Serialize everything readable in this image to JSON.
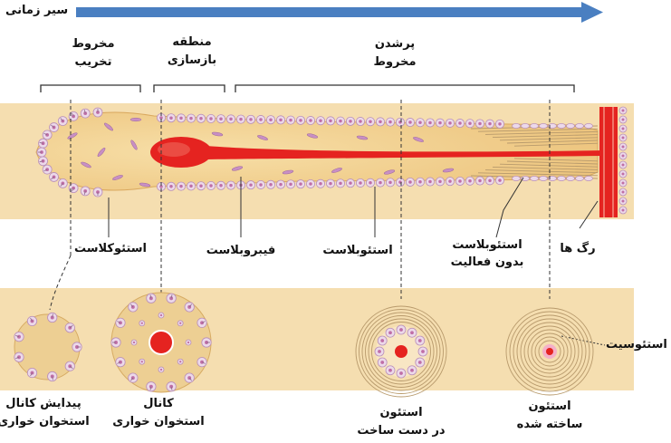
{
  "arrow_label": "سیر زمانی",
  "zones": {
    "destruction": [
      "مخروط",
      "تخریب"
    ],
    "repair": [
      "منطقه",
      "بازسازی"
    ],
    "advancing": [
      "پرشدن",
      "مخروط"
    ]
  },
  "structures": {
    "osteoclast": "استئوکلاست",
    "fibroblast": "فیبروبلاست",
    "osteoblast": "استئوبلاست",
    "inactive_osteoblast": [
      "استئوبلاست",
      "بدون فعالیت"
    ],
    "vessels": "رگ ها",
    "osteocyte": "استئوسیت"
  },
  "cross_sections": {
    "canal_start": [
      "پیدایش کانال",
      "استخوان خواری"
    ],
    "canal": [
      "کانال",
      "استخوان خواری"
    ],
    "osteon_forming": [
      "استئون",
      "در دست ساخت"
    ],
    "osteon_formed": [
      "استئون",
      "ساخته شده"
    ]
  },
  "colors": {
    "arrow": "#4a7fc1",
    "band": "#f5deb0",
    "cone": "#f1cd8a",
    "vessel": "#e52320",
    "cell_fill": "#ecd9ea",
    "cell_stroke": "#b98fb8",
    "cell_nucleus": "#c06fa6"
  }
}
